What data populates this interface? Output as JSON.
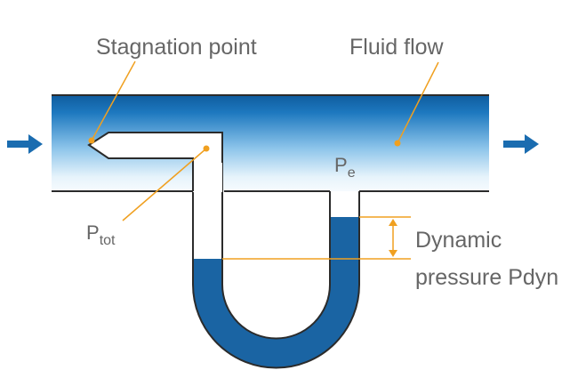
{
  "labels": {
    "stagnation_point": "Stagnation point",
    "fluid_flow": "Fluid flow",
    "p_e_main": "P",
    "p_e_sub": "e",
    "p_tot_main": "P",
    "p_tot_sub": "tot",
    "dynamic_line1": "Dynamic",
    "dynamic_line2": "pressure Pdyn"
  },
  "colors": {
    "pipe_dark": "#1565a8",
    "pipe_light": "#eaf4fb",
    "fluid": "#1a64a3",
    "arrow": "#1a6cb0",
    "leader": "#f0a020",
    "outline": "#2b2b2b",
    "text": "#666666"
  },
  "icons": {
    "inflow_arrow": "arrow-right-icon",
    "outflow_arrow": "arrow-right-icon"
  }
}
